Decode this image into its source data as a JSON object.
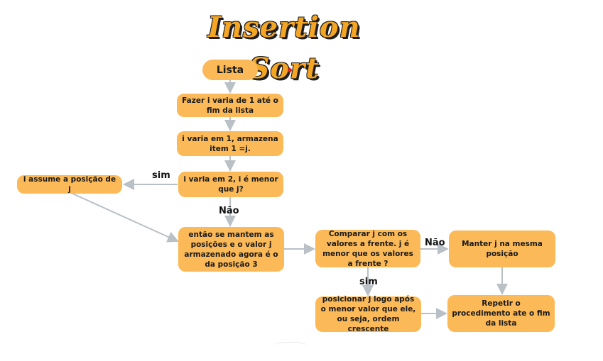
{
  "title": "Insertion Sort",
  "nodes": {
    "start": "Lista",
    "loop": "Fazer i varia de 1 até o fim da lista",
    "store": "i varia em 1, armazena item 1 =j.",
    "compare_i": "i varia em 2, i é menor que j?",
    "assume": "i assume a posição de j",
    "keep": "então se mantem as posições e o valor j armazenado agora é o da posição 3",
    "compare_j": "Comparar j com os valores a frente. j é menor que os valores a frente ?",
    "keep_j": "Manter j na mesma posição",
    "place_j": "posicionar j logo após o menor valor que ele, ou seja, ordem crescente",
    "repeat": "Repetir o procedimento ate o fim da lista"
  },
  "edge_labels": {
    "yes_left": "sim",
    "no_down": "Não",
    "no_right": "Não",
    "yes_down": "sim"
  },
  "colors": {
    "node_fill": "#fbb957",
    "title_fill": "#f4a524",
    "arrow": "#b9c0c6"
  }
}
